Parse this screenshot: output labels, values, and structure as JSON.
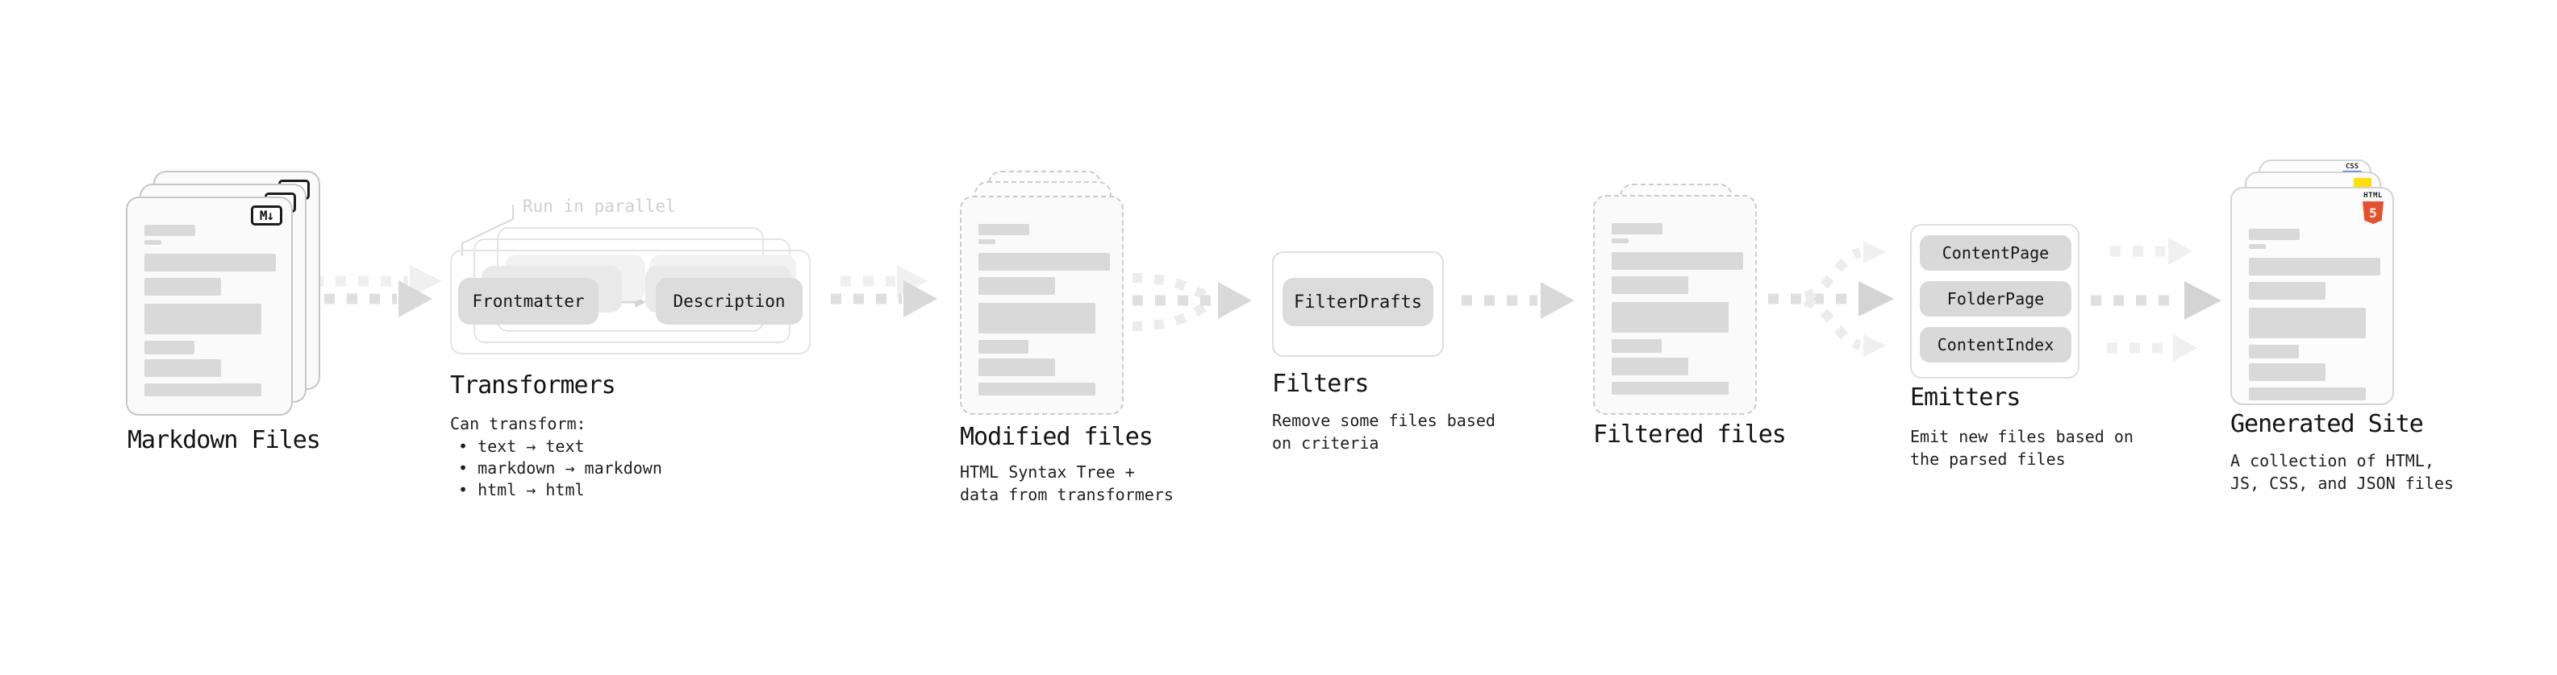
{
  "sections": {
    "markdown": {
      "label": "Markdown Files",
      "icon_text": "M↓"
    },
    "transformers": {
      "heading": "Transformers",
      "note": "Run in parallel",
      "pills": [
        "Frontmatter",
        "Description"
      ],
      "subheading": "Can transform:",
      "bullets": [
        "• text → text",
        "• markdown → markdown",
        "• html → html"
      ]
    },
    "modified": {
      "label": "Modified files",
      "subtitle": "HTML Syntax Tree +\ndata from transformers"
    },
    "filters": {
      "heading": "Filters",
      "pill": "FilterDrafts",
      "subtitle": "Remove some files based\non criteria"
    },
    "filtered": {
      "label": "Filtered files"
    },
    "emitters": {
      "heading": "Emitters",
      "pills": [
        "ContentPage",
        "FolderPage",
        "ContentIndex"
      ],
      "subtitle": "Emit new files based on\nthe parsed files"
    },
    "generated": {
      "label": "Generated Site",
      "subtitle": "A collection of HTML,\nJS, CSS, and JSON files",
      "badges": {
        "css_word": "CSS",
        "html_word": "HTML",
        "html_number": "5"
      }
    }
  },
  "colors": {
    "background": "#ffffff",
    "card_fill": "#fafafa",
    "card_border": "#c7c7c7",
    "dashed_border": "#cbcbcb",
    "placeholder_bar": "#d9d9d9",
    "pill_fill": "#dcdcdc",
    "arrow_dark": "#d9d9d9",
    "arrow_light": "#efefef",
    "note_text": "#cfcfcf",
    "heading_text": "#141414",
    "html5_orange": "#e8502b",
    "js_yellow": "#ffde00",
    "css_blue": "#2563eb"
  }
}
